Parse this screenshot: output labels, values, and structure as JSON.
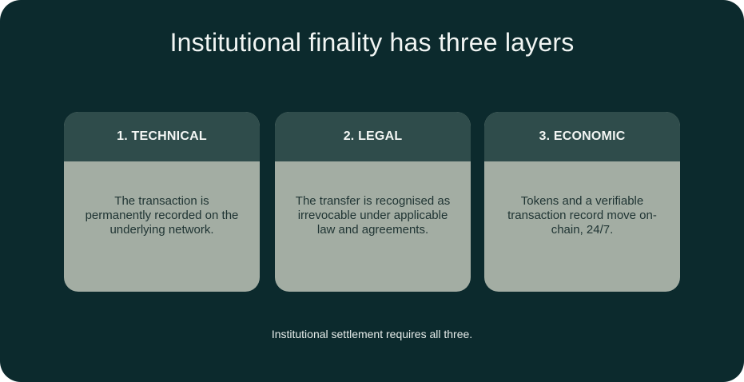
{
  "title": "Institutional finality has three layers",
  "layers": [
    {
      "heading": "1. TECHNICAL",
      "text": "The transaction is permanently recorded on the underlying network."
    },
    {
      "heading": "2. LEGAL",
      "text": "The transfer is recognised as irrevocable under applicable law and agreements."
    },
    {
      "heading": "3. ECONOMIC",
      "text": "Tokens and a verifiable transaction record move on-chain, 24/7."
    }
  ],
  "footer": "Institutional settlement requires all three.",
  "colors": {
    "background": "#0c2a2d",
    "card_header": "#2f4c4b",
    "card_body": "#a3ada3",
    "heading_text": "#f3f6f4",
    "body_text": "#1f3433"
  }
}
